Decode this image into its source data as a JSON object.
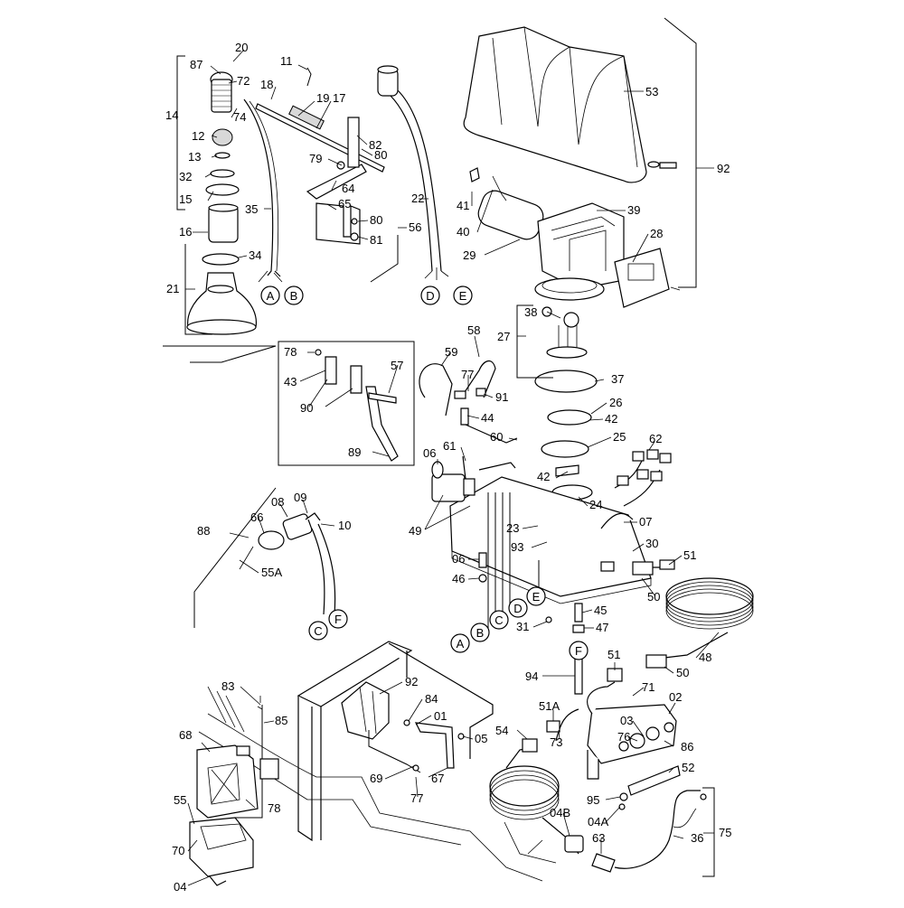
{
  "labels": [
    "20",
    "87",
    "72",
    "11",
    "18",
    "19",
    "17",
    "14",
    "74",
    "12",
    "13",
    "82",
    "79",
    "80",
    "32",
    "15",
    "64",
    "65",
    "35",
    "16",
    "80",
    "81",
    "56",
    "22",
    "34",
    "21",
    "53",
    "92",
    "41",
    "39",
    "40",
    "28",
    "29",
    "38",
    "27",
    "58",
    "59",
    "78",
    "43",
    "57",
    "77",
    "91",
    "90",
    "44",
    "37",
    "26",
    "42",
    "25",
    "60",
    "62",
    "61",
    "06",
    "89",
    "42",
    "24",
    "49",
    "23",
    "07",
    "88",
    "08",
    "09",
    "66",
    "10",
    "55A",
    "93",
    "30",
    "51",
    "06",
    "46",
    "50",
    "45",
    "47",
    "31",
    "48",
    "50",
    "94",
    "51",
    "71",
    "02",
    "92",
    "83",
    "84",
    "85",
    "51A",
    "01",
    "03",
    "76",
    "86",
    "05",
    "54",
    "73",
    "52",
    "68",
    "69",
    "67",
    "77",
    "95",
    "55",
    "78",
    "04A",
    "04B",
    "63",
    "36",
    "75",
    "70",
    "04"
  ],
  "letters": [
    "A",
    "B",
    "D",
    "E",
    "A",
    "B",
    "C",
    "D",
    "E",
    "F",
    "C",
    "F"
  ]
}
